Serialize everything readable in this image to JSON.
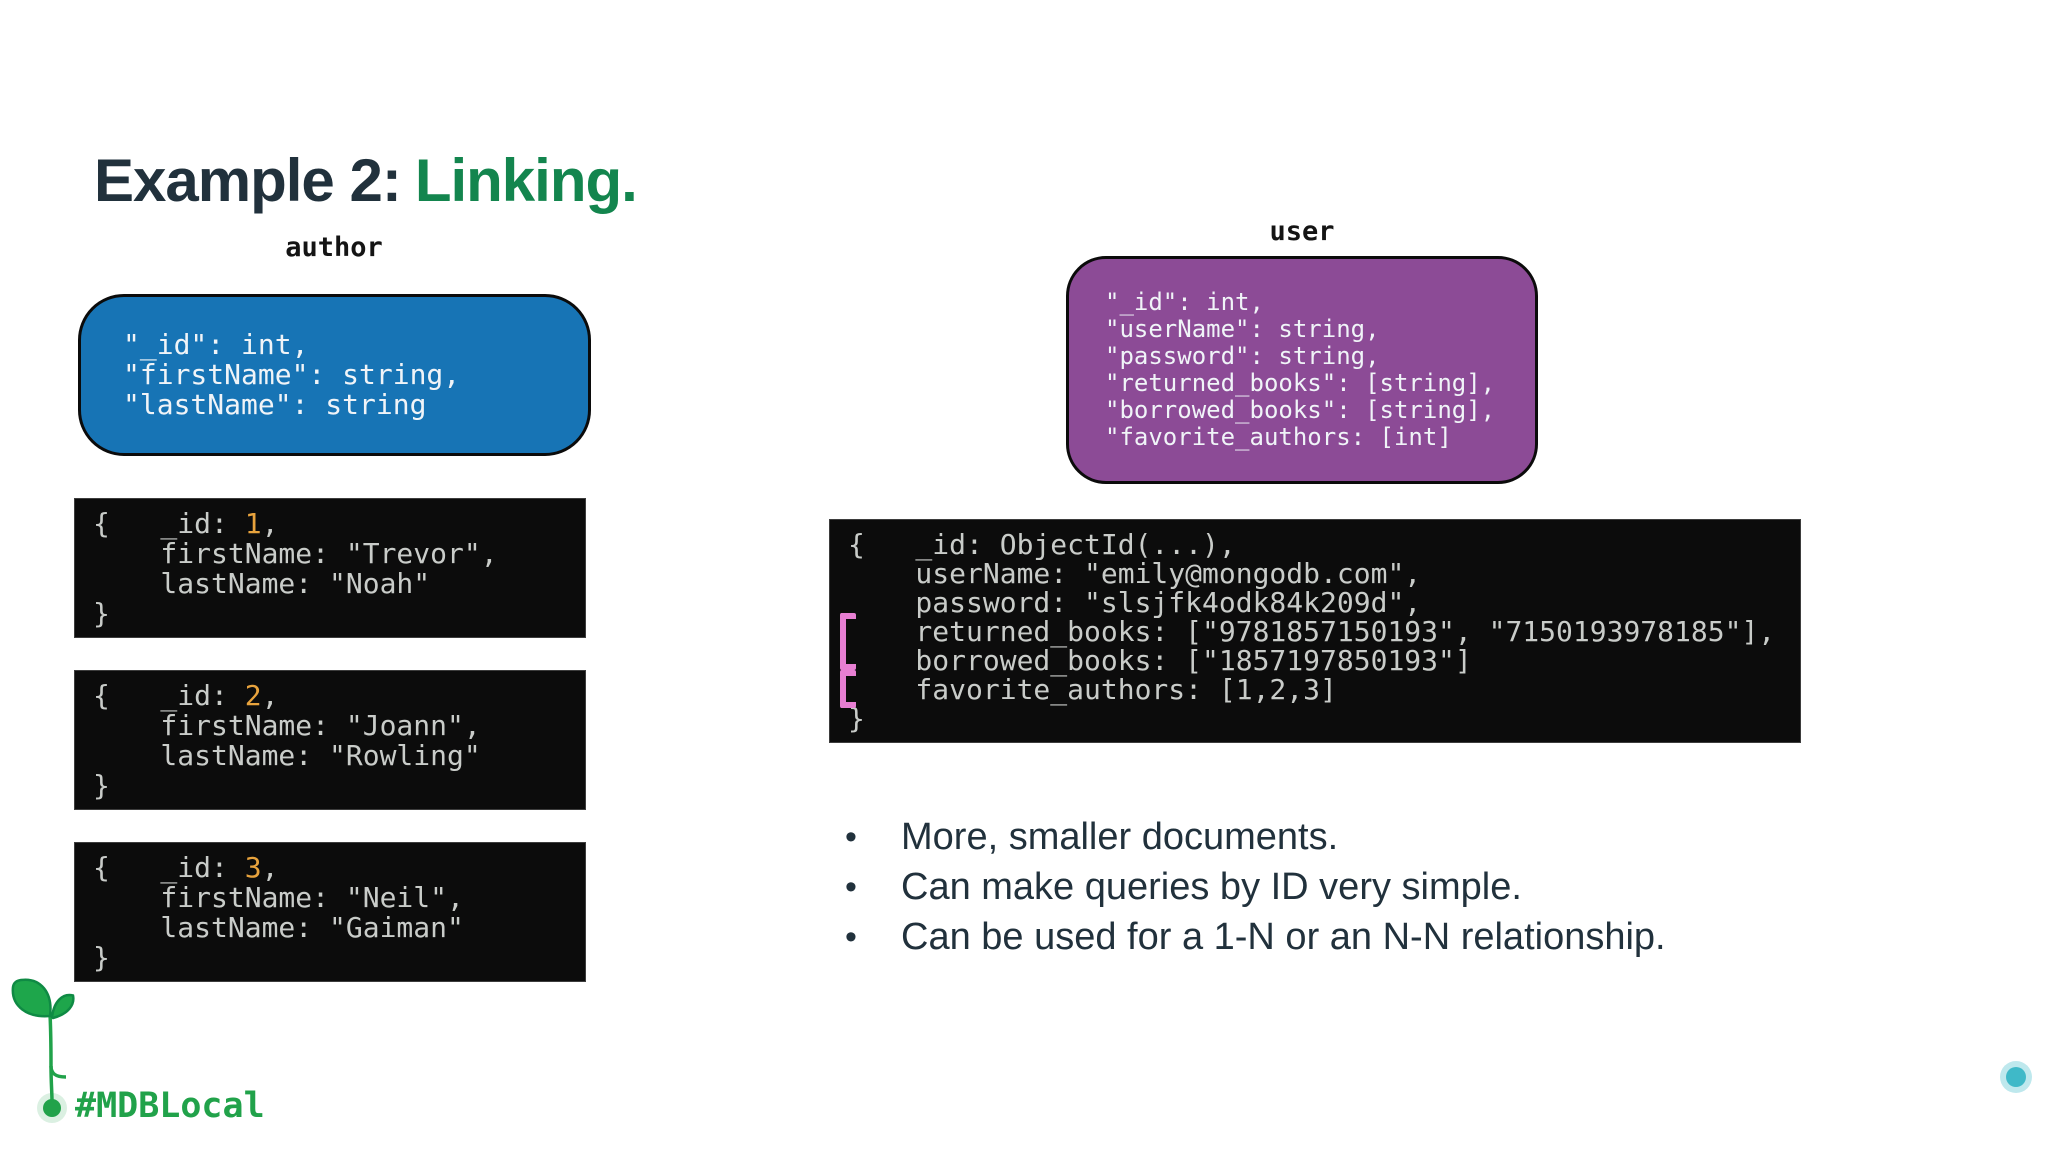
{
  "title": {
    "prefix": "Example 2:",
    "highlight": "Linking."
  },
  "colors": {
    "title_dark": "#21313C",
    "title_green": "#13854E",
    "author_box_bg": "#1774B5",
    "user_box_bg": "#8C4B96",
    "code_bg": "#0C0C0C",
    "code_text": "#C9CCC9",
    "id_orange": "#E8A33D",
    "bracket_pink": "#E87FD3",
    "footer_green": "#21A24A",
    "timeline_teal": "#52C2CE"
  },
  "author_section": {
    "label": "author",
    "schema_lines": {
      "0": "\"_id\": int,",
      "1": "\"firstName\": string,",
      "2": "\"lastName\": string"
    },
    "documents": [
      {
        "open_prefix": "{   _id: ",
        "id_value": "1",
        "open_suffix": ",",
        "line2": "    firstName: \"Trevor\",",
        "line3": "    lastName: \"Noah\"",
        "close": "}"
      },
      {
        "open_prefix": "{   _id: ",
        "id_value": "2",
        "open_suffix": ",",
        "line2": "    firstName: \"Joann\",",
        "line3": "    lastName: \"Rowling\"",
        "close": "}"
      },
      {
        "open_prefix": "{   _id: ",
        "id_value": "3",
        "open_suffix": ",",
        "line2": "    firstName: \"Neil\",",
        "line3": "    lastName: \"Gaiman\"",
        "close": "}"
      }
    ]
  },
  "user_section": {
    "label": "user",
    "schema_lines": {
      "0": "\"_id\": int,",
      "1": "\"userName\": string,",
      "2": "\"password\": string,",
      "3": "\"returned_books\": [string],",
      "4": "\"borrowed_books\": [string],",
      "5": "\"favorite_authors: [int]"
    },
    "document_lines": {
      "0": "{   _id: ObjectId(...),",
      "1": "    userName: \"emily@mongodb.com\",",
      "2": "    password: \"slsjfk4odk84k209d\",",
      "3": "    returned_books: [\"9781857150193\", \"7150193978185\"],",
      "4": "    borrowed_books: [\"1857197850193\"]",
      "5": "    favorite_authors: [1,2,3]",
      "6": "}"
    }
  },
  "bullets": {
    "0": "More, smaller documents.",
    "1": "Can make queries by ID very simple.",
    "2": "Can be used for a 1-N or an N-N relationship."
  },
  "footer": {
    "hashtag": "#MDBLocal"
  }
}
